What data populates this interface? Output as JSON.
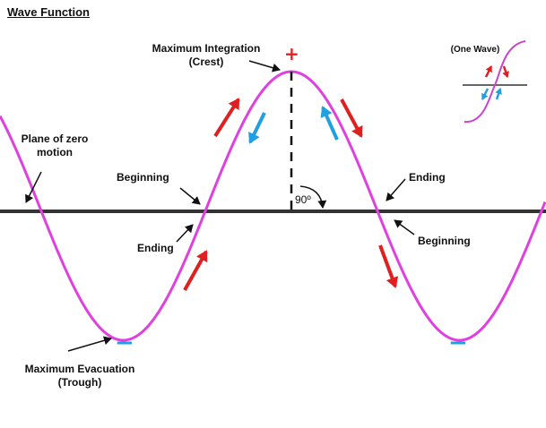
{
  "title": "Wave Function",
  "labels": {
    "max_integration_line1": "Maximum Integration",
    "max_integration_line2": "(Crest)",
    "plane_zero_line1": "Plane of zero",
    "plane_zero_line2": "motion",
    "beginning_left": "Beginning",
    "ending_left": "Ending",
    "ending_right": "Ending",
    "beginning_right": "Beginning",
    "max_evacuation_line1": "Maximum  Evacuation",
    "max_evacuation_line2": "(Trough)",
    "one_wave": "(One Wave)",
    "angle": "90º"
  },
  "signs": {
    "plus": "+",
    "minus": "−"
  },
  "colors": {
    "wave": "#e040e0",
    "axis": "#222222",
    "red_arrow": "#e02020",
    "blue_arrow": "#20a0e0",
    "text": "#111111"
  }
}
